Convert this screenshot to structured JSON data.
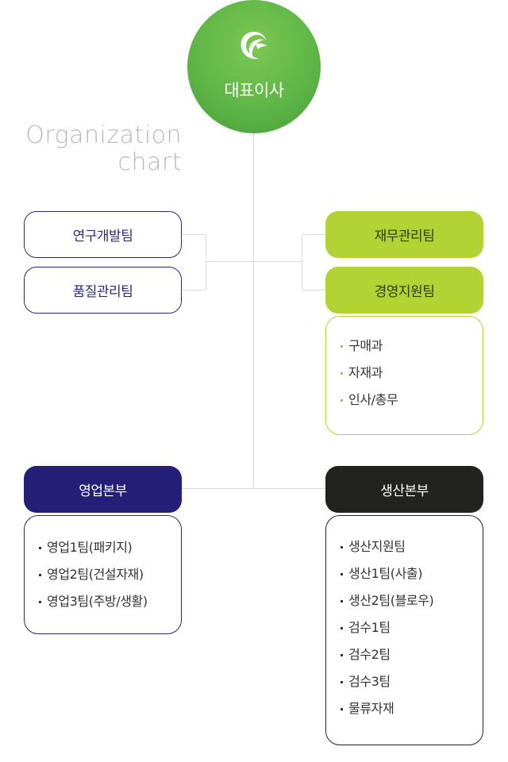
{
  "ceo": {
    "logo_icon": "leaf-swirl-logo-icon",
    "label": "대표이사",
    "color": "#5fb646"
  },
  "org_title": {
    "line1": "Organization",
    "line2": "chart"
  },
  "left_teams": [
    {
      "label": "연구개발팀"
    },
    {
      "label": "품질관리팀"
    }
  ],
  "right_teams": [
    {
      "label": "재무관리팀"
    },
    {
      "label": "경영지원팀"
    }
  ],
  "management_support_units": [
    "구매과",
    "자재과",
    "인사/총무"
  ],
  "sales_division": {
    "label": "영업본부",
    "color": "#251f77",
    "units": [
      "영업1팀(패키지)",
      "영업2팀(건설자재)",
      "영업3팀(주방/생활)"
    ]
  },
  "production_division": {
    "label": "생산본부",
    "color": "#22221e",
    "units": [
      "생산지원팀",
      "생산1팀(사출)",
      "생산2팀(블로우)",
      "검수1팀",
      "검수2팀",
      "검수3팀",
      "물류자재"
    ]
  },
  "colors": {
    "lime": "#b3d334",
    "navy": "#251f77",
    "line": "#dcdcdc"
  }
}
